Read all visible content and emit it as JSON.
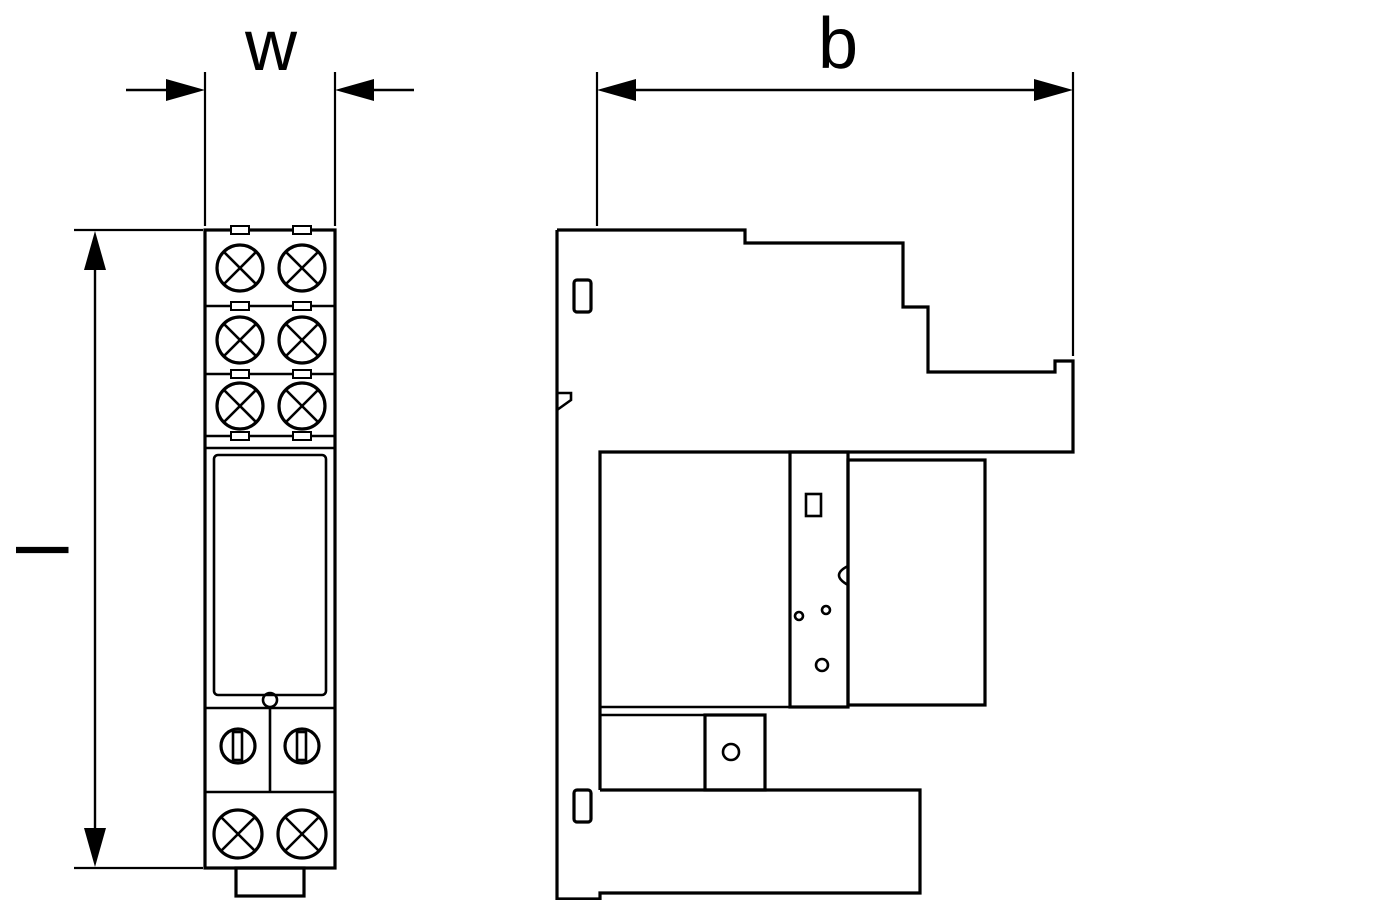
{
  "figure": {
    "background_color": "#ffffff",
    "line_color": "#000000",
    "labels": {
      "width": "w",
      "depth": "b",
      "length": "l"
    }
  }
}
